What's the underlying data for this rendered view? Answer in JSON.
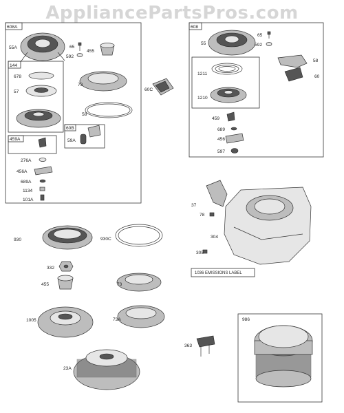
{
  "watermark": "AppliancePartsPros.com",
  "boxes": {
    "b608a": "608A",
    "b144": "144",
    "b60b": "60B",
    "b459a": "459A",
    "b608": "608",
    "b986": "986"
  },
  "parts": {
    "p55a": "55A",
    "p65_left": "65",
    "p592_left": "592",
    "p455_top": "455",
    "p678": "678",
    "p57": "57",
    "p73_top": "73",
    "p58_left": "58",
    "p59a": "59A",
    "p276a": "276A",
    "p456a": "456A",
    "p689a": "689A",
    "p1134": "1134",
    "p101a": "101A",
    "p60c": "60C",
    "p55": "55",
    "p65_right": "65",
    "p592_right": "592",
    "p58_right": "58",
    "p60": "60",
    "p1211": "1211",
    "p1210": "1210",
    "p459": "459",
    "p689": "689",
    "p456": "456",
    "p597": "597",
    "p37": "37",
    "p78": "78",
    "p304": "304",
    "p305": "305",
    "p930": "930",
    "p930c": "930C",
    "p332": "332",
    "p455_mid": "455",
    "p73_mid": "73",
    "p1005": "1005",
    "p73a": "73A",
    "p23a": "23A",
    "p363": "363"
  },
  "emissions_label": "1036 EMISSIONS LABEL"
}
